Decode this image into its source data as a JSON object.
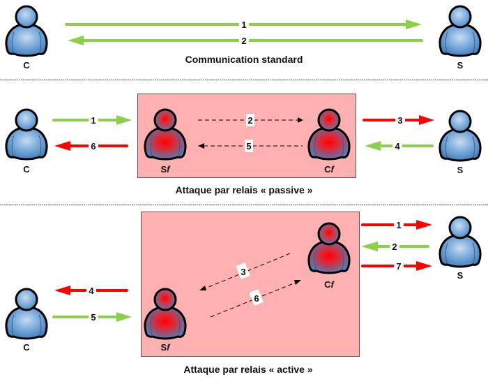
{
  "colors": {
    "green": "#8cd04a",
    "red": "#ff0000",
    "relay_box": "#ffb1b1",
    "relay_border": "#555555",
    "person_blue": "#6b9fd4",
    "person_blue_dark": "#3f78b6",
    "fake_core": "#ff0000"
  },
  "sections": [
    {
      "id": "standard",
      "caption": "Communication standard",
      "actors": {
        "client": "C",
        "server": "S"
      },
      "messages": [
        {
          "num": "1",
          "from": "C",
          "to": "S",
          "color": "green"
        },
        {
          "num": "2",
          "from": "S",
          "to": "C",
          "color": "green"
        }
      ]
    },
    {
      "id": "passive",
      "caption": "Attaque par relais « passive »",
      "actors": {
        "client": "C",
        "fake_server": "Sf",
        "fake_client": "Cf",
        "server": "S"
      },
      "messages": [
        {
          "num": "1",
          "from": "C",
          "to": "Sf",
          "color": "green"
        },
        {
          "num": "2",
          "from": "Sf",
          "to": "Cf",
          "color": "dashed"
        },
        {
          "num": "3",
          "from": "Cf",
          "to": "S",
          "color": "red"
        },
        {
          "num": "4",
          "from": "S",
          "to": "Cf",
          "color": "green"
        },
        {
          "num": "5",
          "from": "Cf",
          "to": "Sf",
          "color": "dashed"
        },
        {
          "num": "6",
          "from": "Sf",
          "to": "C",
          "color": "red"
        }
      ]
    },
    {
      "id": "active",
      "caption": "Attaque par relais « active »",
      "actors": {
        "client": "C",
        "fake_server": "Sf",
        "fake_client": "Cf",
        "server": "S"
      },
      "messages": [
        {
          "num": "1",
          "from": "Cf",
          "to": "S",
          "color": "red"
        },
        {
          "num": "2",
          "from": "S",
          "to": "Cf",
          "color": "green"
        },
        {
          "num": "3",
          "from": "Cf",
          "to": "Sf",
          "color": "dashed"
        },
        {
          "num": "4",
          "from": "Sf",
          "to": "C",
          "color": "red"
        },
        {
          "num": "5",
          "from": "C",
          "to": "Sf",
          "color": "green"
        },
        {
          "num": "6",
          "from": "Sf",
          "to": "Cf",
          "color": "dashed"
        },
        {
          "num": "7",
          "from": "Cf",
          "to": "S",
          "color": "red"
        }
      ]
    }
  ]
}
